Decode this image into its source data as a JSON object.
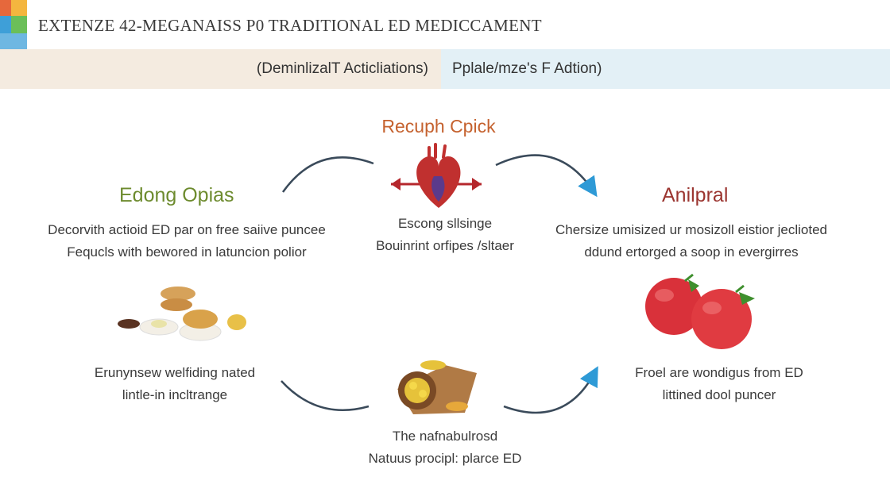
{
  "header": {
    "title": "EXTENZE 42-MEGANAISS P0 TRADITIONAL ED MEDICCAMENT",
    "logo_colors": [
      "#e6683c",
      "#f4b63f",
      "#3e9fd8",
      "#6bbf59"
    ]
  },
  "bands": {
    "left_label": "(DeminlizalT Acticliations)",
    "right_label": "Pplale/mze's F Adtion)",
    "left_color": "#f4ebe0",
    "right_color": "#e3f0f6"
  },
  "center": {
    "heading": "Recuph Cpick",
    "icon": "heart-icon",
    "text_line1": "Escong sllsinge",
    "text_line2": "Bouinrint orfipes /sltaer"
  },
  "left": {
    "heading": "Edong Opias",
    "text_line1": "Decorvith actioid ED par on free saiive puncee",
    "text_line2": "Fequcls with bewored in latuncion polior"
  },
  "right": {
    "heading": "Anilpral",
    "text_line1": "Chersize umisized ur mosizoll eistior jeclioted",
    "text_line2": "ddund ertorged a soop in evergirres"
  },
  "bottom_left": {
    "text_line1": "Erunynsew welfiding nated",
    "text_line2": "lintle-in incltrange",
    "icon": "snack-bowls-icon"
  },
  "bottom_center": {
    "text_line1": "The nafnabulrosd",
    "text_line2": "Natuus procipl: plarce ED",
    "icon": "root-bundle-icon"
  },
  "bottom_right": {
    "text_line1": "Froel are wondigus from ED",
    "text_line2": "littined dool puncer",
    "icon": "tomato-icon"
  },
  "colors": {
    "arrow": "#3a4a5a",
    "arrow_head": "#2e9ad6",
    "heart_red": "#b5272c",
    "heart_purple": "#5b3a8c"
  }
}
